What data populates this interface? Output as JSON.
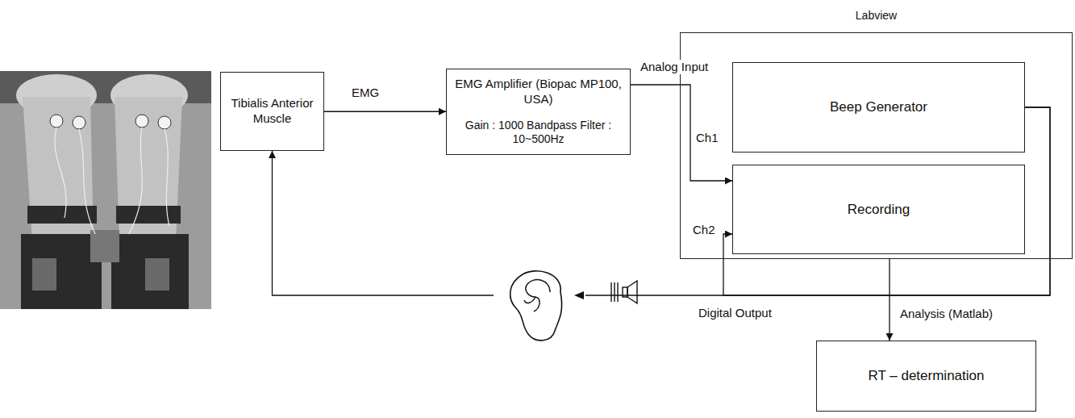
{
  "diagram": {
    "nodes": [
      {
        "text": [
          "Tibialis Anterior Muscle"
        ]
      },
      {
        "text": [
          "EMG Amplifier (Biopac MP100, USA)",
          "Gain : 1000 Bandpass Filter : 10~500Hz"
        ]
      },
      {
        "text": [
          "Labview"
        ]
      },
      {
        "text": [
          "Beep Generator"
        ],
        "in": 2
      },
      {
        "text": [
          "Recording"
        ],
        "in": 2
      },
      {
        "text": [
          "RT – determination"
        ]
      }
    ],
    "edges": [
      {
        "from": 0,
        "to": 1,
        "label": "EMG",
        "arrow": "to"
      },
      {
        "from": 1,
        "to": 4,
        "label": "Analog Input",
        "arrow": "to"
      },
      {
        "from": 3,
        "to": 0,
        "arrow": "to"
      },
      {
        "from": 3,
        "to": 4,
        "label": "Ch2",
        "arrow": "to"
      },
      {
        "from": 2,
        "to": 5,
        "label": "Analysis (Matlab)",
        "arrow": "to"
      }
    ],
    "labels": [
      "Ch1",
      "Digital Output"
    ]
  }
}
